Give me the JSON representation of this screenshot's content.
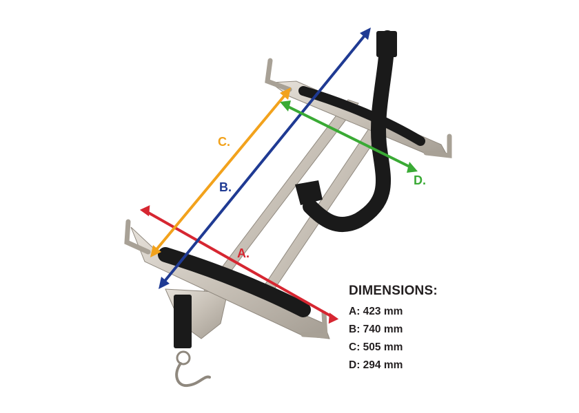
{
  "product_image": {
    "name": "stainless steel bracket with black straps",
    "colors": {
      "steel": "#cfc9c0",
      "steel_shadow": "#9c958c",
      "strap": "#1a1a1a"
    }
  },
  "measurements": [
    {
      "key": "A",
      "label": "A.",
      "color": "#d62631"
    },
    {
      "key": "B",
      "label": "B.",
      "color": "#1f3a93"
    },
    {
      "key": "C",
      "label": "C.",
      "color": "#f2a21c"
    },
    {
      "key": "D",
      "label": "D.",
      "color": "#3aaa35"
    }
  ],
  "dimensions_panel": {
    "title": "DIMENSIONS:",
    "rows": [
      {
        "key": "A",
        "text": "A: 423 mm"
      },
      {
        "key": "B",
        "text": "B: 740 mm"
      },
      {
        "key": "C",
        "text": "C: 505 mm"
      },
      {
        "key": "D",
        "text": "D: 294 mm"
      }
    ]
  }
}
